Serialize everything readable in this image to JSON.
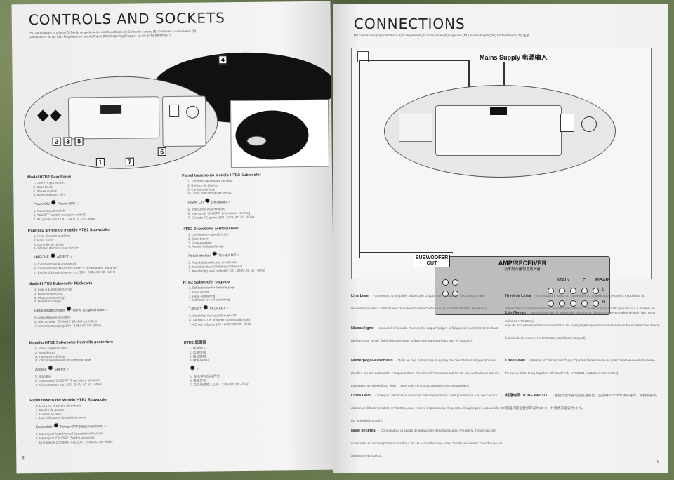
{
  "left": {
    "title": "CONTROLS AND SOCKETS",
    "subtitle": "(P) Commandes et prises (D) Bedienungselemente und Anschlüsse (I) Comandi e prese (E) Controles y conexiones (P) Comandos e fichas (NL) Regelaars en aansluitingen (DK) Betjeningsknapper og stik (CN) 控制和插口",
    "callouts": [
      "4",
      "2",
      "3",
      "5",
      "1",
      "7",
      "6"
    ],
    "sections": [
      {
        "title": "Model HTB2 Rear Panel",
        "lines": [
          "1. Line in input socket",
          "2. Bass Boost",
          "3. Phase control",
          "4. Mains indicator light"
        ],
        "sym_on": "Power ON",
        "sym_off": "Power OFF",
        "lines2": [
          "5. Auto/manual switch",
          "6. 'ON/OFF' switch (variation switch)",
          "7. AC power input 100 - 240V AC 50 - 60Hz"
        ]
      },
      {
        "title": "Panneau arrière du modèle HTB2 Subwoofer",
        "lines": [
          "1. Prise d'entrée auxiliaire",
          "2. Bass Boost",
          "3. Contrôle de phase",
          "4. Témoin de mise sous tension"
        ],
        "sym_on": "MARCHE",
        "sym_off": "ARRET",
        "lines2": [
          "5. Commutateur Auto/manuel",
          "6. Commutateur 'MARCHE/ARRET' (interrupteur Variante)",
          "7. Entrée d'alimentation en c.a. 100 - 240V AC 50 - 60Hz"
        ]
      },
      {
        "title": "Modell HTB2 Subwoofer Rückseite",
        "lines": [
          "1. Line in Eingangsbuchse",
          "2. Bassverstärkung",
          "3. Phaseneinstellung",
          "4. Betriebsanzeige"
        ],
        "sym_on": "Gerät eingeschaltet",
        "sym_off": "Gerät ausgeschaltet",
        "lines2": [
          "5. Auto/Manuell-Schalter",
          "6. Netzschalter 'EIN/AUS' (Umkehrschalter)",
          "7. Netzstromeingang 100 - 240V AC 50 - 60Hz"
        ]
      },
      {
        "title": "Modello HTB2 Subwoofer Pannello posteriore",
        "lines": [
          "1. Presa ingresso linea",
          "2. Bass Boost",
          "3. Interruttore di fase",
          "4. Indicatore luminoso di alimentazione"
        ],
        "sym_on": "Acceso",
        "sym_off": "Spento",
        "lines2": [
          "5. Standby",
          "6. Interruttore 'ON/OFF' (Interruttore Variante)",
          "7. Alimentazione c.a. 100 - 240V AC 50 - 60Hz"
        ]
      },
      {
        "title": "Panel trasero del Modelo HTB2 Subwoofer",
        "lines": [
          "1. Línea en el zócalo de entrada",
          "2. Realce de graves",
          "3. Control de fase",
          "4. Luz indicadora de corriente a red"
        ],
        "sym_on": "Encendido",
        "sym_off": "Power OFF (desconectado)",
        "lines2": [
          "5. Interruptor Auto/Manual (automático/manual)",
          "6. Interruptor 'ON/OFF' (Switch Variación)",
          "7. Entrada de corriente (CA) 100 - 240V AC 50 - 60Hz"
        ]
      },
      {
        "title": "Painel traseiro do Modelo HTB2 Subwoofer",
        "lines": [
          "1. Tomadas de entrada de linha",
          "2. Reforço de Baixos",
          "3. Controlo de fase",
          "4. Luzes indicadoras de tensão"
        ],
        "sym_on": "Power On",
        "sym_off": "Desligado",
        "lines2": [
          "5. Interruptor Auto/Manua",
          "6. Interruptor 'ON/OFF' (Interruptor Rérmer)",
          "7. Entrada AC power 100 - 240V AC 50 - 60Hz"
        ]
      },
      {
        "title": "HTB2 Subwoofer achterpaneel",
        "lines": [
          "1. Lijn-ingang-ingangbussen",
          "2. Bass Boost",
          "3. Fase-regelaar",
          "4. Aan/uit indicatielampje"
        ],
        "sym_on": "Netschakelaar",
        "sym_off": "Toestel UIT",
        "lines2": [
          "5. Auto/handbediening schakelaar",
          "6. Netschakelaar (Variatieschakelaar)",
          "7. Aansluiting voor netkabel 100 - 240V AC 50 - 60Hz"
        ]
      },
      {
        "title": "HTB2 Subwoofer bagside",
        "lines": [
          "1. Stikforbinder for linieindgange",
          "2. Bass Boost",
          "3. Fase-regulering",
          "4. Indikator for net spænding"
        ],
        "sym_on": "TÆNDT",
        "sym_off": "SLUKKET",
        "lines2": [
          "5. Omskifter for Auto/Manuel drift",
          "6. TÆND/SLUK afbryder (Variant afbryder)",
          "7. AC net indgang 100 - 240V AC 50 - 60Hz"
        ]
      },
      {
        "title": "HTB2 后面板",
        "lines": [
          "1. 线路输入",
          "2. 低音增强",
          "3. 相位控制",
          "4. 电源指示灯"
        ],
        "sym_on": "",
        "sym_off": "",
        "lines2": [
          "5. 自动/手动选择开关",
          "6. 电源开关",
          "7. 交流电源输入 100 - 240V AC 50 - 60Hz"
        ]
      }
    ],
    "page_number": "8"
  },
  "right": {
    "title": "CONNECTIONS",
    "subtitle": "(F) Connexions (D) Anschlüsse (I) Collegamenti (E) Conexiones (P) Ligações (NL) Aansluitingen (DK) Forbindelser (CN) 连接",
    "mains_label": "Mains Supply 电源输入",
    "amp_title": "AMP/RECEIVER",
    "amp_subtitle": "功率放大器/影音放大器",
    "amp_labels": {
      "main": "MAIN",
      "center": "C",
      "rear": "REAR",
      "l": "L",
      "r": "R"
    },
    "sub_out_label": "SUBWOOFER OUT",
    "paragraphs": [
      {
        "title": "Line Level",
        "text": "- connected to amplifier subwoofer Output (Set subwoofer frequency on the receiver/processor at 80Hz and \"speakers to small\" when using model HTS3001 speakers)."
      },
      {
        "title": "Nível de Linha",
        "text": "- Conectado à saída do subwoofer do amplificador (Ajuste a frequência do subwoofer no amplificador/processador para 80Hz e \"speakers para small\" quando usa o modelo de colunas HTS3001)."
      },
      {
        "title": "Niveau ligne",
        "text": "- connecté à la sortie \"subwoofer output\" (régler la fréquence sur 80Hz et les haut-parleurs sur \"small\" (petit) lorsque vous utilisez des haut-parleurs KEF HTS3001)."
      },
      {
        "title": "Lijn Niveau",
        "text": "- aangesloten op de subwoofer uitgang op de processor/versterker (Kies in het menu van de processor/versterker voor 80 Hz als overgangsfrequentie voor de subwoofer en selecteer 'kleine luidsprekers' wanneer u HTS3001 satellieten toepast)."
      },
      {
        "title": "Niederpegel-Anschluss",
        "text": "- Wird an den Subwoofer-Ausgang des Verstärkers angeschlossen (Stellen Sie die Subwoofer-Frequenz Ihres Receivers/Prozessors auf 80 Hz ein, und wählen Sie die Lautsprecher-Einstellung \"klein\", wenn Sie HTS3001-Lautsprecher verwenden)."
      },
      {
        "title": "Linie Level",
        "text": "- tilsluttet til \"Subwoofer Output\" på forstærker/receiver (Sæt delefrekvens/subwoofer-frekvens til 80Hz og højtalere til \"small\" når HTS3001 højttalerne anvendes)."
      },
      {
        "title": "Linea Level",
        "text": "- collegato all'uscita sub-woofer dell'amplificatore o del processore (da, nel caso di utilizzo di diffusori modello HTS3001, deve essere impostata su frequenza di taglio per il sub-woofer 80 Hz \"speakers small\")."
      },
      {
        "title": "线路电平（LINE INPUT）",
        "text": "- 连接到放大器的超低音输出（在使用HTS3001扬声器时，将接收器/处理器的超低音频率设为80Hz，并将扬声器设为\"小\"）。"
      },
      {
        "title": "Nivel de línea",
        "text": "- Conectado a la salida de subwoofer del amplificador (Ajuste la frecuencia del subwoofer en su receptor/procesador a 80 Hz y los altavoces como \"small-pequeños\" cuando use los altavoces HTS3001)."
      }
    ],
    "page_number": "9"
  }
}
